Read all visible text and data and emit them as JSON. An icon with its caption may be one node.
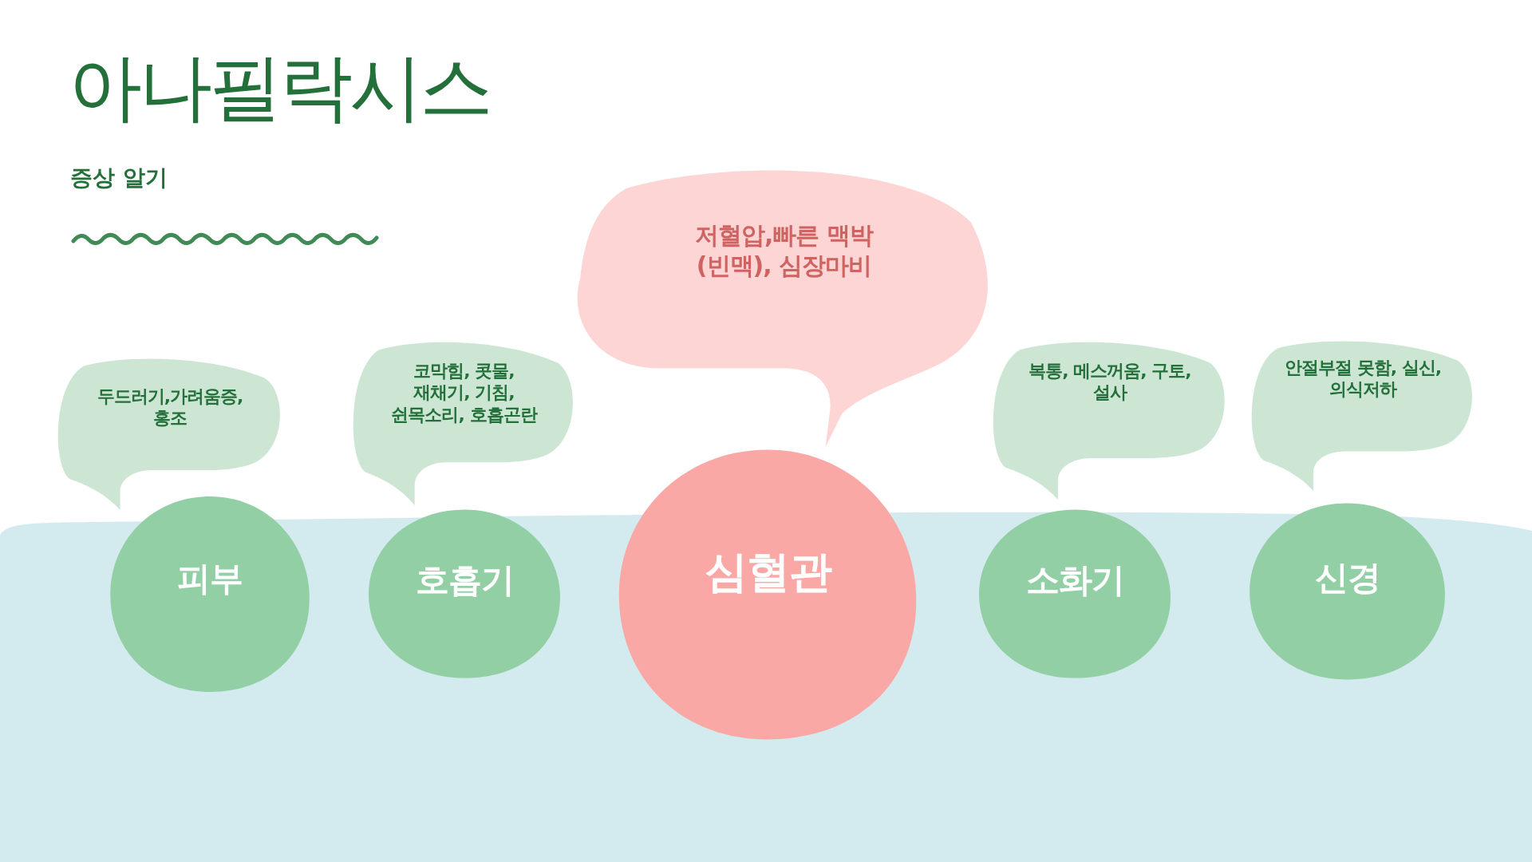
{
  "diagram": {
    "title": "아나필락시스",
    "nodes": [
      {
        "text": [
          "두드러기,가려움증, 홍조"
        ]
      },
      {
        "text": [
          "코막힘, 콧물, 재채기, 기침, 쉰목소리, 호흡곤란"
        ]
      },
      {
        "text": [
          "저혈압,빠른 맥박(빈맥), 심장마비"
        ]
      },
      {
        "text": [
          "복통, 메스꺼움, 구토, 설사"
        ]
      },
      {
        "text": [
          "안절부절 못함, 실신, 의식저하"
        ]
      },
      {
        "text": [
          "피부"
        ]
      },
      {
        "text": [
          "호흡기"
        ]
      },
      {
        "text": [
          "심혈관"
        ]
      },
      {
        "text": [
          "소화기"
        ]
      },
      {
        "text": [
          "신경"
        ]
      }
    ],
    "edges": [],
    "labels": [
      "증상 알기"
    ]
  }
}
